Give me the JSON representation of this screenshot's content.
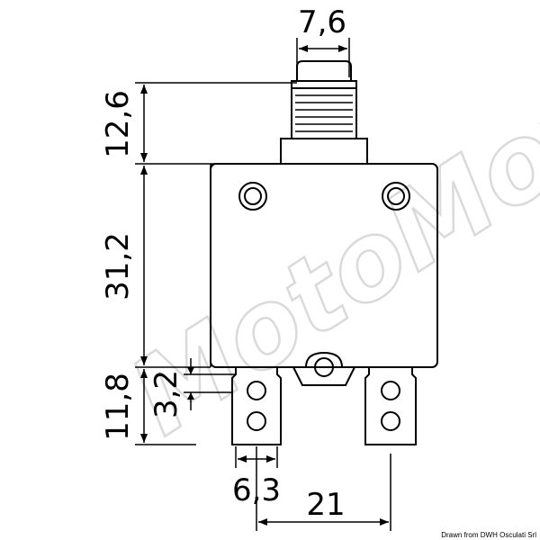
{
  "watermark": {
    "text": "MotoMoto"
  },
  "dimensions": {
    "top_width": "7,6",
    "button_height": "12,6",
    "body_height": "31,2",
    "terminal_height": "11,8",
    "terminal_offset": "3,2",
    "terminal_width": "6,3",
    "terminal_spacing": "21"
  },
  "credit": "Drawn from DWH Osculati Srl"
}
